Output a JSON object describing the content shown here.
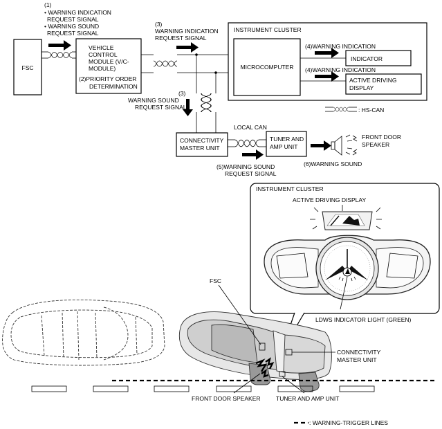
{
  "block_diagram": {
    "fsc": "FSC",
    "signals_1": {
      "number": "(1)",
      "line1": "• WARNING INDICATION",
      "line2": "REQUEST SIGNAL",
      "line3": "• WARNING SOUND",
      "line4": "REQUEST SIGNAL"
    },
    "vc_module": {
      "line1": "VEHICLE",
      "line2": "CONTROL",
      "line3": "MODULE (V/C-",
      "line4": "MODULE)",
      "line5": "(2)PRIORITY ORDER",
      "line6": "DETERMINATION"
    },
    "signal_3a": {
      "number": "(3)",
      "line1": "WARNING INDICATION",
      "line2": "REQUEST SIGNAL"
    },
    "instrument_cluster": "INSTRUMENT CLUSTER",
    "microcomputer": "MICROCOMPUTER",
    "signal_4a": "(4)WARNING INDICATION",
    "indicator": "INDICATOR",
    "signal_4b": "(4)WARNING INDICATION",
    "active_driving_display": {
      "line1": "ACTIVE DRIVING",
      "line2": "DISPLAY"
    },
    "hscan_legend": ": HS-CAN",
    "signal_3b": {
      "number": "(3)",
      "line1": "WARNING SOUND",
      "line2": "REQUEST SIGNAL"
    },
    "connectivity_master_unit": {
      "line1": "CONNECTIVITY",
      "line2": "MASTER UNIT"
    },
    "local_can": "LOCAL CAN",
    "tuner_amp": {
      "line1": "TUNER AND",
      "line2": "AMP UNIT"
    },
    "speaker": {
      "line1": "FRONT DOOR",
      "line2": "SPEAKER"
    },
    "signal_5": {
      "line1": "(5)WARNING SOUND",
      "line2": "REQUEST SIGNAL"
    },
    "signal_6": "(6)WARNING SOUND"
  },
  "illustration": {
    "cluster_title": "INSTRUMENT CLUSTER",
    "active_driving_display": "ACTIVE DRIVING DISPLAY",
    "ldws_light": "LDWS INDICATOR LIGHT (GREEN)",
    "fsc": "FSC",
    "connectivity_master_unit": {
      "line1": "CONNECTIVITY",
      "line2": "MASTER UNIT"
    },
    "front_door_speaker": "FRONT DOOR SPEAKER",
    "tuner_amp": "TUNER AND AMP UNIT",
    "legend_warning_lines": ": WARNING-TRIGGER LINES"
  }
}
